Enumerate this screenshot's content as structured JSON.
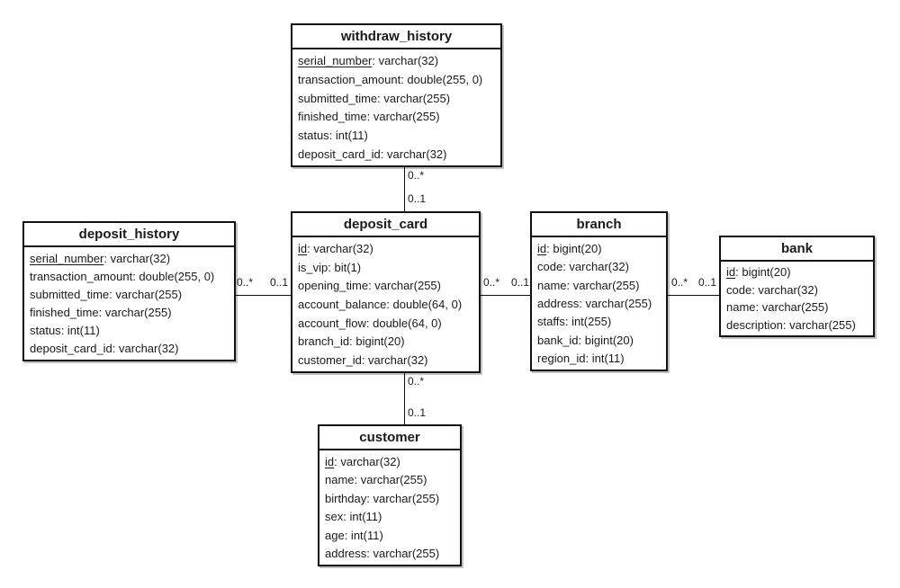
{
  "entities": [
    {
      "name": "withdraw_history",
      "attributes": [
        {
          "name": "serial_number",
          "type": "varchar(32)",
          "pk": true
        },
        {
          "name": "transaction_amount",
          "type": "double(255, 0)",
          "pk": false
        },
        {
          "name": "submitted_time",
          "type": "varchar(255)",
          "pk": false
        },
        {
          "name": "finished_time",
          "type": "varchar(255)",
          "pk": false
        },
        {
          "name": "status",
          "type": "int(11)",
          "pk": false
        },
        {
          "name": "deposit_card_id",
          "type": "varchar(32)",
          "pk": false
        }
      ]
    },
    {
      "name": "deposit_history",
      "attributes": [
        {
          "name": "serial_number",
          "type": "varchar(32)",
          "pk": true
        },
        {
          "name": "transaction_amount",
          "type": "double(255, 0)",
          "pk": false
        },
        {
          "name": "submitted_time",
          "type": "varchar(255)",
          "pk": false
        },
        {
          "name": "finished_time",
          "type": "varchar(255)",
          "pk": false
        },
        {
          "name": "status",
          "type": "int(11)",
          "pk": false
        },
        {
          "name": "deposit_card_id",
          "type": "varchar(32)",
          "pk": false
        }
      ]
    },
    {
      "name": "deposit_card",
      "attributes": [
        {
          "name": "id",
          "type": "varchar(32)",
          "pk": true
        },
        {
          "name": "is_vip",
          "type": "bit(1)",
          "pk": false
        },
        {
          "name": "opening_time",
          "type": "varchar(255)",
          "pk": false
        },
        {
          "name": "account_balance",
          "type": "double(64, 0)",
          "pk": false
        },
        {
          "name": "account_flow",
          "type": "double(64, 0)",
          "pk": false
        },
        {
          "name": "branch_id",
          "type": "bigint(20)",
          "pk": false
        },
        {
          "name": "customer_id",
          "type": "varchar(32)",
          "pk": false
        }
      ]
    },
    {
      "name": "branch",
      "attributes": [
        {
          "name": "id",
          "type": "bigint(20)",
          "pk": true
        },
        {
          "name": "code",
          "type": "varchar(32)",
          "pk": false
        },
        {
          "name": "name",
          "type": "varchar(255)",
          "pk": false
        },
        {
          "name": "address",
          "type": "varchar(255)",
          "pk": false
        },
        {
          "name": "staffs",
          "type": "int(255)",
          "pk": false
        },
        {
          "name": "bank_id",
          "type": "bigint(20)",
          "pk": false
        },
        {
          "name": "region_id",
          "type": "int(11)",
          "pk": false
        }
      ]
    },
    {
      "name": "bank",
      "attributes": [
        {
          "name": "id",
          "type": "bigint(20)",
          "pk": true
        },
        {
          "name": "code",
          "type": "varchar(32)",
          "pk": false
        },
        {
          "name": "name",
          "type": "varchar(255)",
          "pk": false
        },
        {
          "name": "description",
          "type": "varchar(255)",
          "pk": false
        }
      ]
    },
    {
      "name": "customer",
      "attributes": [
        {
          "name": "id",
          "type": "varchar(32)",
          "pk": true
        },
        {
          "name": "name",
          "type": "varchar(255)",
          "pk": false
        },
        {
          "name": "birthday",
          "type": "varchar(255)",
          "pk": false
        },
        {
          "name": "sex",
          "type": "int(11)",
          "pk": false
        },
        {
          "name": "age",
          "type": "int(11)",
          "pk": false
        },
        {
          "name": "address",
          "type": "varchar(255)",
          "pk": false
        }
      ]
    }
  ],
  "connectors": [
    {
      "from": "withdraw_history",
      "to": "deposit_card",
      "from_label": "0..*",
      "to_label": "0..1"
    },
    {
      "from": "deposit_history",
      "to": "deposit_card",
      "from_label": "0..*",
      "to_label": "0..1"
    },
    {
      "from": "deposit_card",
      "to": "branch",
      "from_label": "0..*",
      "to_label": "0..1"
    },
    {
      "from": "branch",
      "to": "bank",
      "from_label": "0..*",
      "to_label": "0..1"
    },
    {
      "from": "deposit_card",
      "to": "customer",
      "from_label": "0..*",
      "to_label": "0..1"
    }
  ]
}
